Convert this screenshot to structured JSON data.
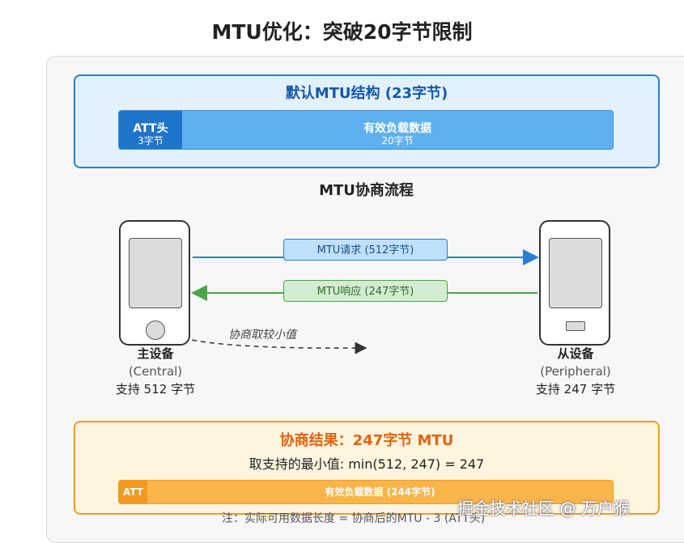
{
  "title": "MTU优化：突破20字节限制",
  "default_mtu": {
    "title": "默认MTU结构 (23字节)",
    "att_label": "ATT头",
    "att_size": "3字节",
    "payload_label": "有效负载数据",
    "payload_size": "20字节"
  },
  "flow": {
    "title": "MTU协商流程",
    "request_label": "MTU请求 (512字节)",
    "response_label": "MTU响应 (247字节)",
    "negotiate_note": "协商取较小值",
    "central": {
      "name": "主设备",
      "role": "(Central)",
      "support": "支持 512 字节"
    },
    "peripheral": {
      "name": "从设备",
      "role": "(Peripheral)",
      "support": "支持 247 字节"
    }
  },
  "result": {
    "title": "协商结果：247字节 MTU",
    "formula": "取支持的最小值: min(512, 247) = 247",
    "att_label": "ATT",
    "payload_label": "有效负载数据 (244字节)"
  },
  "footnote": "注：实际可用数据长度 = 协商后的MTU - 3 (ATT头)",
  "watermark": "掘金技术社区 @ 万户猴",
  "colors": {
    "blue_accent": "#2a7fd1",
    "green_accent": "#4aa54a",
    "orange_accent": "#f39a1e"
  }
}
